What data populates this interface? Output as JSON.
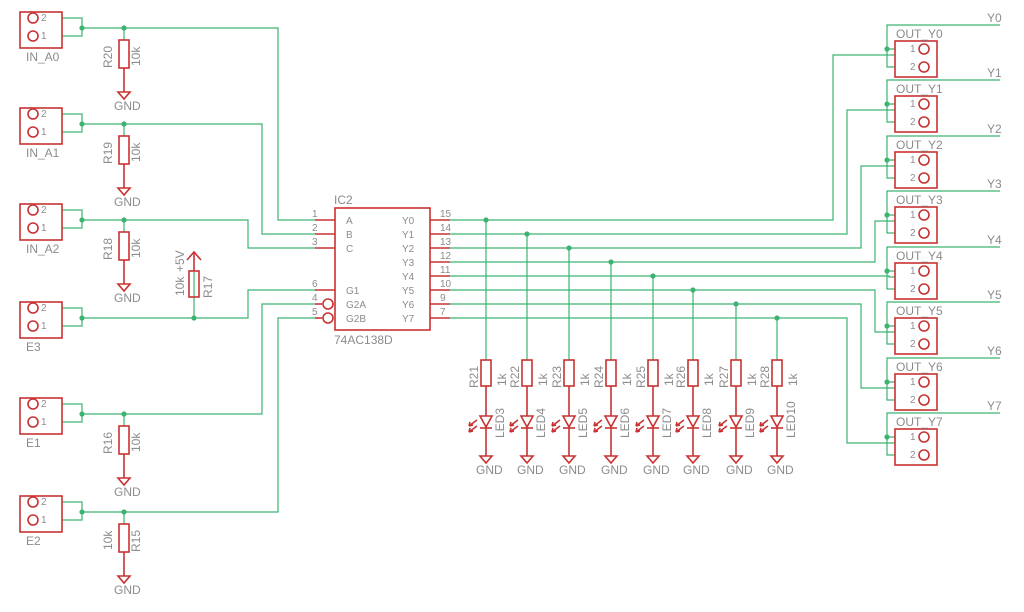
{
  "ic": {
    "ref": "IC2",
    "value": "74AC138D",
    "inputs": [
      {
        "pin": "1",
        "name": "A"
      },
      {
        "pin": "2",
        "name": "B"
      },
      {
        "pin": "3",
        "name": "C"
      },
      {
        "pin": "6",
        "name": "G1"
      },
      {
        "pin": "4",
        "name": "G2A"
      },
      {
        "pin": "5",
        "name": "G2B"
      }
    ],
    "outputs": [
      {
        "pin": "15",
        "name": "Y0"
      },
      {
        "pin": "14",
        "name": "Y1"
      },
      {
        "pin": "13",
        "name": "Y2"
      },
      {
        "pin": "12",
        "name": "Y3"
      },
      {
        "pin": "11",
        "name": "Y4"
      },
      {
        "pin": "10",
        "name": "Y5"
      },
      {
        "pin": "9",
        "name": "Y6"
      },
      {
        "pin": "7",
        "name": "Y7"
      }
    ]
  },
  "inputs": [
    {
      "label": "IN_A0",
      "res": "R20",
      "val": "10k",
      "gnd": "GND"
    },
    {
      "label": "IN_A1",
      "res": "R19",
      "val": "10k",
      "gnd": "GND"
    },
    {
      "label": "IN_A2",
      "res": "R18",
      "val": "10k",
      "gnd": "GND"
    },
    {
      "label": "E3",
      "res": "R17",
      "val": "10k",
      "supply": "+5V"
    },
    {
      "label": "E1",
      "res": "R16",
      "val": "10k",
      "gnd": "GND"
    },
    {
      "label": "E2",
      "res": "R15",
      "val": "10k",
      "gnd": "GND"
    }
  ],
  "connector_pins": [
    "2",
    "1"
  ],
  "out_connector_pins": [
    "1",
    "2"
  ],
  "leds": [
    {
      "res": "R21",
      "val": "1k",
      "led": "LED3"
    },
    {
      "res": "R22",
      "val": "1k",
      "led": "LED4"
    },
    {
      "res": "R23",
      "val": "1k",
      "led": "LED5"
    },
    {
      "res": "R24",
      "val": "1k",
      "led": "LED6"
    },
    {
      "res": "R25",
      "val": "1k",
      "led": "LED7"
    },
    {
      "res": "R26",
      "val": "1k",
      "led": "LED8"
    },
    {
      "res": "R27",
      "val": "1k",
      "led": "LED9"
    },
    {
      "res": "R28",
      "val": "1k",
      "led": "LED10"
    }
  ],
  "gnd_label": "GND",
  "outputs": [
    {
      "conn": "OUT_Y0",
      "net": "Y0"
    },
    {
      "conn": "OUT_Y1",
      "net": "Y1"
    },
    {
      "conn": "OUT_Y2",
      "net": "Y2"
    },
    {
      "conn": "OUT_Y3",
      "net": "Y3"
    },
    {
      "conn": "OUT_Y4",
      "net": "Y4"
    },
    {
      "conn": "OUT_Y5",
      "net": "Y5"
    },
    {
      "conn": "OUT_Y6",
      "net": "Y6"
    },
    {
      "conn": "OUT_Y7",
      "net": "Y7"
    }
  ],
  "colors": {
    "symbol": "#c83232",
    "wire": "#3cb371",
    "text": "#8c8c8c"
  }
}
